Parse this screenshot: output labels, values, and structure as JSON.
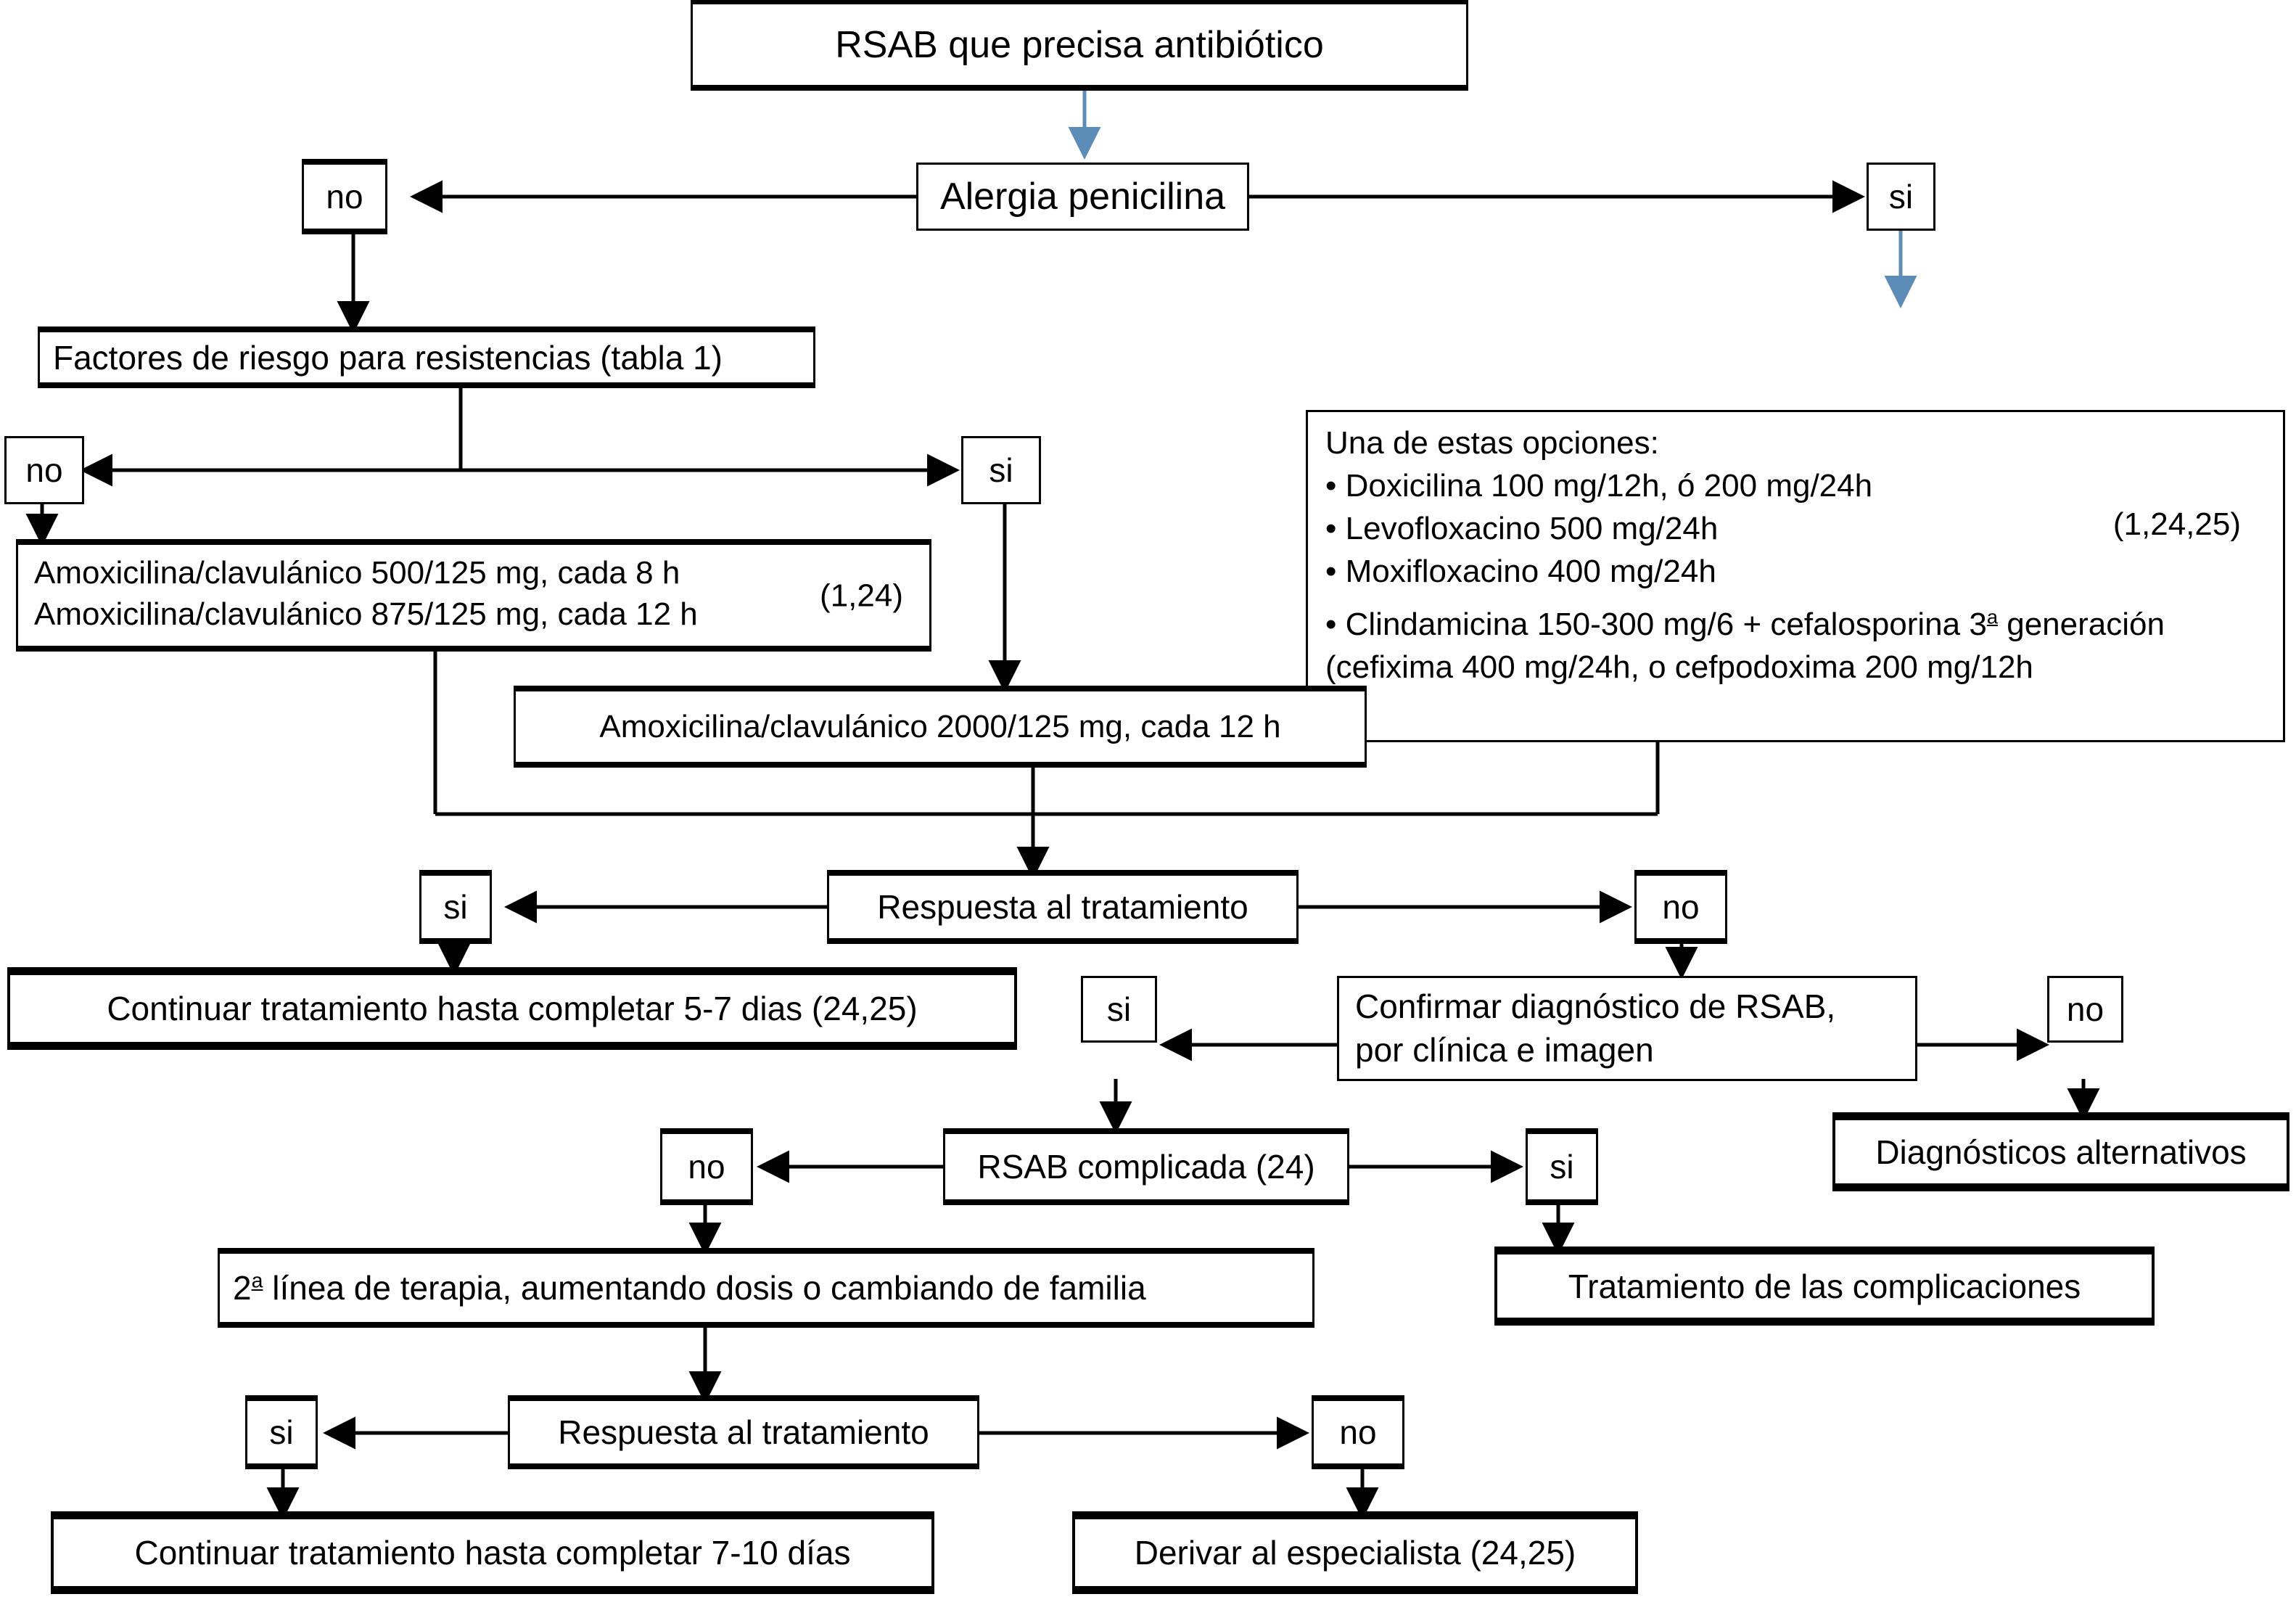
{
  "title": "RSAB que precisa antibiótico",
  "colors": {
    "line": "#000000",
    "accent_arrow": "#5b8db8",
    "box_border": "#000000",
    "background": "#ffffff"
  },
  "labels": {
    "yes": "si",
    "no": "no"
  },
  "nodes": {
    "root": "RSAB que precisa antibiótico",
    "allergy_q": "Alergia penicilina",
    "allergy_no": "no",
    "allergy_yes": "si",
    "risk_factors": "Factores de riesgo para resistencias (tabla 1)",
    "risk_no": "no",
    "risk_yes": "si",
    "amox_line1": "Amoxicilina/clavulánico 500/125 mg, cada 8 h",
    "amox_line2": "Amoxicilina/clavulánico 875/125 mg, cada 12 h",
    "amox_ref": "(1,24)",
    "amox_high": "Amoxicilina/clavulánico 2000/125 mg, cada 12 h",
    "options_heading": "Una de estas opciones:",
    "options_items": [
      "• Doxicilina 100 mg/12h, ó 200 mg/24h",
      "• Levofloxacino 500 mg/24h",
      "• Moxifloxacino 400 mg/24h",
      "• Clindamicina 150-300 mg/6 + cefalosporina 3ª generación",
      "(cefixima 400 mg/24h, o cefpodoxima 200 mg/12h"
    ],
    "options_ref": "(1,24,25)",
    "response_q1": "Respuesta al tratamiento",
    "response1_yes": "si",
    "response1_no": "no",
    "continue_5_7": "Continuar tratamiento hasta completar 5-7 dias (24,25)",
    "confirm_dx_line1": "Confirmar diagnóstico de RSAB,",
    "confirm_dx_line2": "por clínica e imagen",
    "confirm_yes": "si",
    "confirm_no": "no",
    "alt_dx": "Diagnósticos alternativos",
    "complicated_q": "RSAB complicada (24)",
    "complicated_no": "no",
    "complicated_yes": "si",
    "complications_tx": "Tratamiento de las complicaciones",
    "second_line": "2ª línea de terapia, aumentando dosis o cambiando de familia",
    "response_q2": "Respuesta al tratamiento",
    "response2_yes": "si",
    "response2_no": "no",
    "continue_7_10": "Continuar tratamiento hasta completar 7-10 días",
    "refer": "Derivar al especialista (24,25)"
  }
}
